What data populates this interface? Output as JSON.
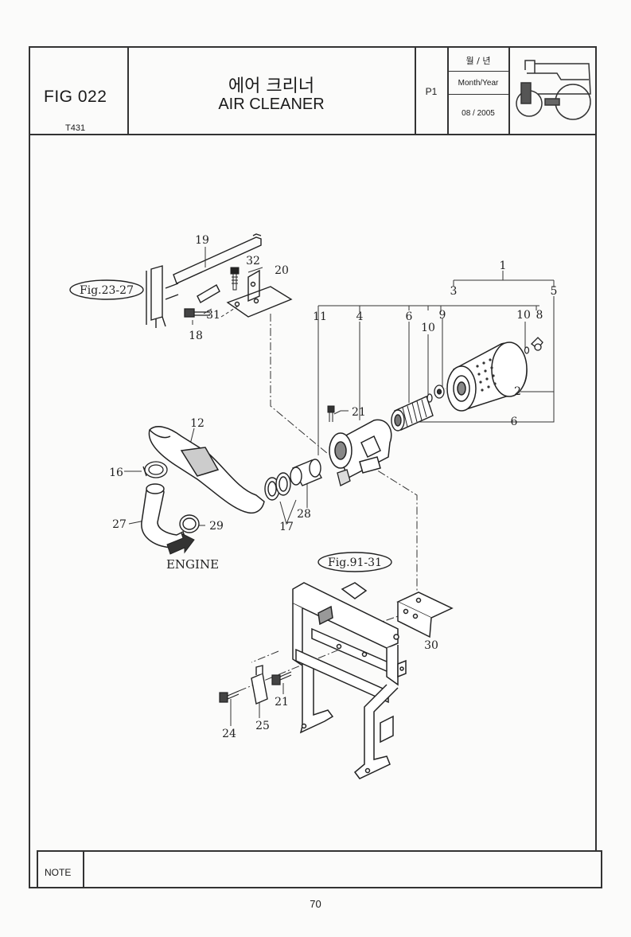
{
  "header": {
    "fig_code": "FIG 022",
    "model": "T431",
    "title_korean": "에어 크리너",
    "title_english": "AIR CLEANER",
    "page_code": "P1",
    "date_korean": "월 / 년",
    "date_label": "Month/Year",
    "date_value": "08 / 2005"
  },
  "diagram": {
    "callouts": [
      "1",
      "2",
      "3",
      "4",
      "5",
      "6",
      "6",
      "8",
      "9",
      "10",
      "10",
      "11",
      "12",
      "16",
      "17",
      "18",
      "19",
      "20",
      "21",
      "21",
      "24",
      "25",
      "27",
      "28",
      "29",
      "30",
      "31",
      "32"
    ],
    "references": [
      "Fig.23-27",
      "Fig.91-31"
    ],
    "engine_label": "ENGINE",
    "tractor_icon": "tractor-icon"
  },
  "footer": {
    "note_label": "NOTE",
    "page_number": "70"
  }
}
